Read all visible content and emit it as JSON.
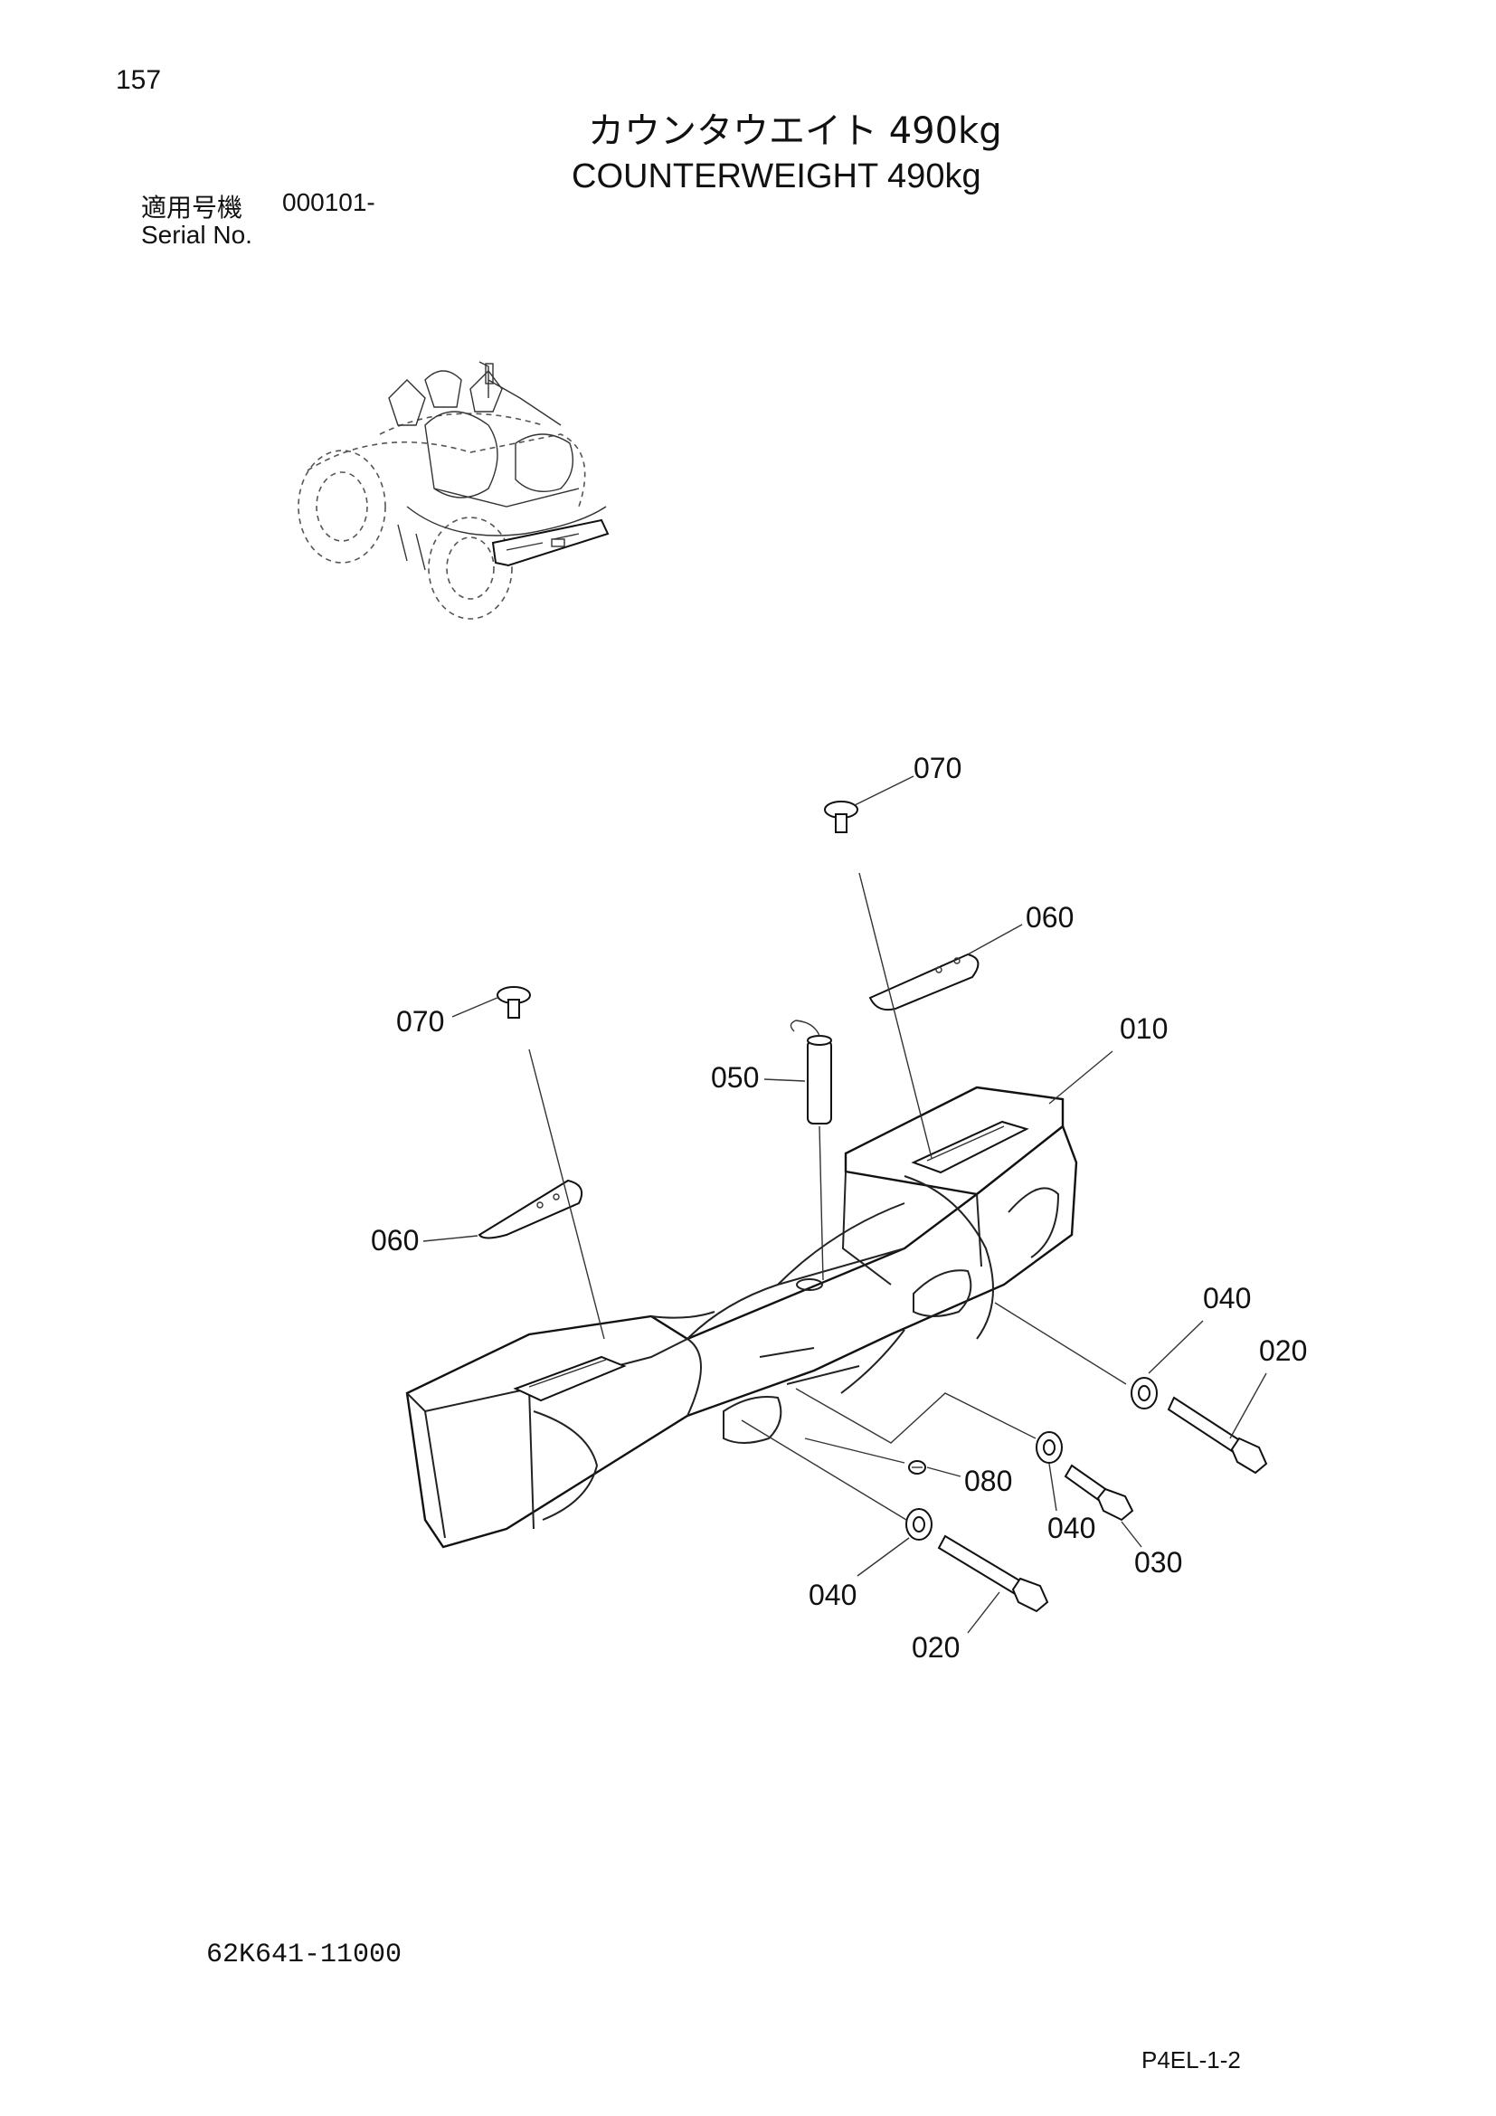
{
  "header": {
    "page_number": "157",
    "title_jp": "カウンタウエイト 490kg",
    "title_en": "COUNTERWEIGHT 490kg",
    "serial_label_jp": "適用号機",
    "serial_value": "000101-",
    "serial_label_en": "Serial No."
  },
  "footer": {
    "drawing_number": "62K641-11000",
    "page_code": "P4EL-1-2"
  },
  "callouts": {
    "c070_top": "070",
    "c060_right": "060",
    "c070_left": "070",
    "c010": "010",
    "c050": "050",
    "c060_left": "060",
    "c040_right": "040",
    "c020_right": "020",
    "c080": "080",
    "c040_mid": "040",
    "c030": "030",
    "c040_bottom": "040",
    "c020_bottom": "020"
  }
}
